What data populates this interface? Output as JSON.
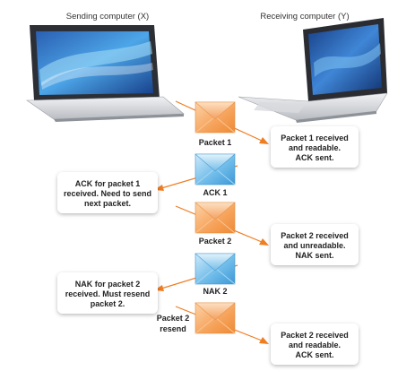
{
  "headers": {
    "sender": "Sending computer (X)",
    "receiver": "Receiving computer (Y)"
  },
  "messages": [
    {
      "envelope_color": "orange",
      "label": "Packet 1",
      "direction": "X to Y"
    },
    {
      "envelope_color": "blue",
      "label": "ACK 1",
      "direction": "Y to X"
    },
    {
      "envelope_color": "orange",
      "label": "Packet 2",
      "direction": "X to Y"
    },
    {
      "envelope_color": "blue",
      "label": "NAK 2",
      "direction": "Y to X"
    },
    {
      "envelope_color": "orange",
      "label_lines": [
        "Packet 2",
        "resend"
      ],
      "direction": "X to Y"
    }
  ],
  "boxes": {
    "receiver": [
      {
        "lines": [
          "Packet 1 received",
          "and readable.",
          "ACK sent."
        ]
      },
      {
        "lines": [
          "Packet 2 received",
          "and unreadable.",
          "NAK sent."
        ]
      },
      {
        "lines": [
          "Packet 2 received",
          "and readable.",
          "ACK sent."
        ]
      }
    ],
    "sender": [
      {
        "lines": [
          "ACK for packet 1",
          "received. Need to send",
          "next packet."
        ]
      },
      {
        "lines": [
          "NAK for packet 2",
          "received. Must resend",
          "packet 2."
        ]
      }
    ]
  },
  "colors": {
    "arrow": "#ef7d22",
    "orange_envelope": "#f7a35c",
    "blue_envelope": "#5aaee3",
    "laptop_screen": "#1d4f9c"
  }
}
